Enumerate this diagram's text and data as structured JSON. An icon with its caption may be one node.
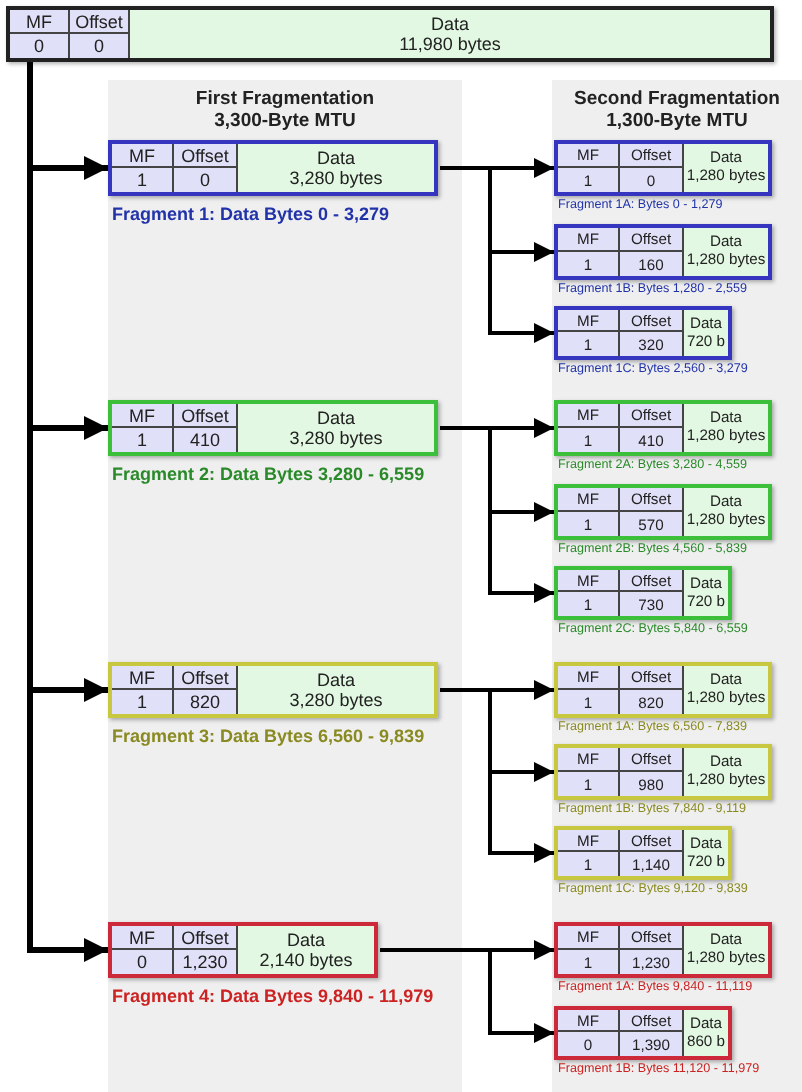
{
  "diagram": {
    "nodes": [
      {
        "text": [
          "MF",
          "Offset",
          "Data",
          "0",
          "0",
          "11,980 bytes"
        ]
      },
      {
        "text": [
          "First Fragmentation",
          "3,300-Byte MTU"
        ]
      },
      {
        "text": [
          "MF",
          "Offset",
          "Data",
          "1",
          "0",
          "3,280 bytes"
        ],
        "in": 1,
        "beside": [
          "Fragment 1: Data Bytes 0 - 3,279"
        ]
      },
      {
        "text": [
          "MF",
          "Offset",
          "Data",
          "1",
          "410",
          "3,280 bytes"
        ],
        "in": 1,
        "beside": [
          "Fragment 2: Data Bytes 3,280 - 6,559"
        ]
      },
      {
        "text": [
          "MF",
          "Offset",
          "Data",
          "1",
          "820",
          "3,280 bytes"
        ],
        "in": 1,
        "beside": [
          "Fragment 3: Data Bytes 6,560 - 9,839"
        ]
      },
      {
        "text": [
          "MF",
          "Offset",
          "Data",
          "0",
          "1,230",
          "2,140 bytes"
        ],
        "in": 1,
        "beside": [
          "Fragment 4: Data Bytes 9,840 - 11,979"
        ]
      },
      {
        "text": [
          "Second Fragmentation",
          "1,300-Byte MTU"
        ]
      },
      {
        "text": [
          "MF",
          "Offset",
          "Data",
          "1",
          "0",
          "1,280 bytes"
        ],
        "in": 6,
        "beside": [
          "Fragment 1A: Bytes 0 - 1,279"
        ]
      },
      {
        "text": [
          "MF",
          "Offset",
          "Data",
          "1",
          "160",
          "1,280 bytes"
        ],
        "in": 6,
        "beside": [
          "Fragment 1B: Bytes 1,280 - 2,559"
        ]
      },
      {
        "text": [
          "MF",
          "Offset",
          "Data",
          "1",
          "320",
          "720 b"
        ],
        "in": 6,
        "beside": [
          "Fragment 1C: Bytes 2,560 - 3,279"
        ]
      },
      {
        "text": [
          "MF",
          "Offset",
          "Data",
          "1",
          "410",
          "1,280 bytes"
        ],
        "in": 6,
        "beside": [
          "Fragment 2A: Bytes 3,280 - 4,559"
        ]
      },
      {
        "text": [
          "MF",
          "Offset",
          "Data",
          "1",
          "570",
          "1,280 bytes"
        ],
        "in": 6,
        "beside": [
          "Fragment 2B: Bytes 4,560 - 5,839"
        ]
      },
      {
        "text": [
          "MF",
          "Offset",
          "Data",
          "1",
          "730",
          "720 b"
        ],
        "in": 6,
        "beside": [
          "Fragment 2C: Bytes 5,840 - 6,559"
        ]
      },
      {
        "text": [
          "MF",
          "Offset",
          "Data",
          "1",
          "820",
          "1,280 bytes"
        ],
        "in": 6,
        "beside": [
          "Fragment 1A: Bytes 6,560 - 7,839"
        ]
      },
      {
        "text": [
          "MF",
          "Offset",
          "Data",
          "1",
          "980",
          "1,280 bytes"
        ],
        "in": 6,
        "beside": [
          "Fragment 1B: Bytes 7,840 - 9,119"
        ]
      },
      {
        "text": [
          "MF",
          "Offset",
          "Data",
          "1",
          "1,140",
          "720 b"
        ],
        "in": 6,
        "beside": [
          "Fragment 1C: Bytes 9,120 - 9,839"
        ]
      },
      {
        "text": [
          "MF",
          "Offset",
          "Data",
          "1",
          "1,230",
          "1,280 bytes"
        ],
        "in": 6,
        "beside": [
          "Fragment 1A: Bytes 9,840 - 11,119"
        ]
      },
      {
        "text": [
          "MF",
          "Offset",
          "Data",
          "0",
          "1,390",
          "860 b"
        ],
        "in": 6,
        "beside": [
          "Fragment 1B: Bytes 11,120 - 11,979"
        ]
      }
    ],
    "edges": [
      {
        "from": 0,
        "to": 2,
        "arrow": "to"
      },
      {
        "from": 0,
        "to": 3,
        "arrow": "to"
      },
      {
        "from": 0,
        "to": 4,
        "arrow": "to"
      },
      {
        "from": 0,
        "to": 5,
        "arrow": "to"
      },
      {
        "from": 2,
        "to": 7,
        "arrow": "to"
      },
      {
        "from": 2,
        "to": 8,
        "arrow": "to"
      },
      {
        "from": 2,
        "to": 9,
        "arrow": "to"
      },
      {
        "from": 3,
        "to": 10,
        "arrow": "to"
      },
      {
        "from": 3,
        "to": 11,
        "arrow": "to"
      },
      {
        "from": 3,
        "to": 12,
        "arrow": "to"
      },
      {
        "from": 4,
        "to": 13,
        "arrow": "to"
      },
      {
        "from": 4,
        "to": 14,
        "arrow": "to"
      },
      {
        "from": 4,
        "to": 15,
        "arrow": "to"
      },
      {
        "from": 5,
        "to": 16,
        "arrow": "to"
      },
      {
        "from": 5,
        "to": 17,
        "arrow": "to"
      }
    ]
  }
}
